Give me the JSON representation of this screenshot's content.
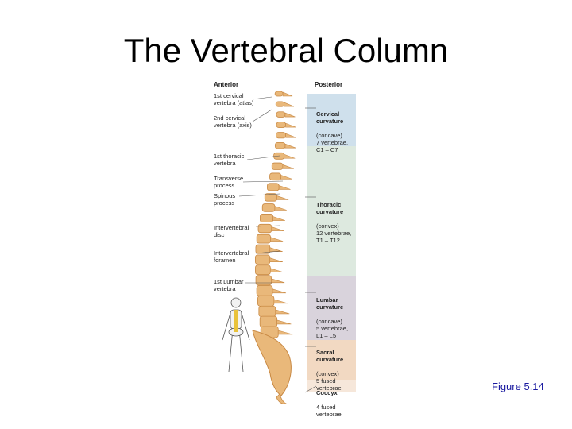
{
  "slide": {
    "title": "The Vertebral Column",
    "caption": "Figure 5.14"
  },
  "headers": {
    "anterior": "Anterior",
    "posterior": "Posterior"
  },
  "left_labels": [
    {
      "id": "atlas",
      "text": "1st cervical\nvertebra (atlas)"
    },
    {
      "id": "axis",
      "text": "2nd cervical\nvertebra (axis)"
    },
    {
      "id": "thoracic1",
      "text": "1st thoracic\nvertebra"
    },
    {
      "id": "transverse",
      "text": "Transverse\nprocess"
    },
    {
      "id": "spinous",
      "text": "Spinous\nprocess"
    },
    {
      "id": "disc",
      "text": "Intervertebral\ndisc"
    },
    {
      "id": "foramen",
      "text": "Intervertebral\nforamen"
    },
    {
      "id": "lumbar1",
      "text": "1st Lumbar\nvertebra"
    }
  ],
  "right_labels": [
    {
      "id": "cervical",
      "name": "Cervical\ncurvature",
      "detail": "(concave)\n7 vertebrae,\nC1 – C7"
    },
    {
      "id": "thoracic",
      "name": "Thoracic\ncurvature",
      "detail": "(convex)\n12 vertebrae,\nT1 – T12"
    },
    {
      "id": "lumbar",
      "name": "Lumbar\ncurvature",
      "detail": "(concave)\n5 vertebrae,\nL1 – L5"
    },
    {
      "id": "sacral",
      "name": "Sacral\ncurvature",
      "detail": "(convex)\n5 fused\nvertebrae"
    },
    {
      "id": "coccyx",
      "name": "Coccyx",
      "detail": "4 fused\nvertebrae"
    }
  ],
  "colors": {
    "cervical_band": "#cfe0ec",
    "thoracic_band": "#dde9df",
    "lumbar_band": "#d9d3dc",
    "sacral_band": "#f2d9c2",
    "coccyx_band": "#f6e7da",
    "bone": "#e9b87a",
    "bone_dark": "#c98a45",
    "caption": "#1a1aa0"
  }
}
